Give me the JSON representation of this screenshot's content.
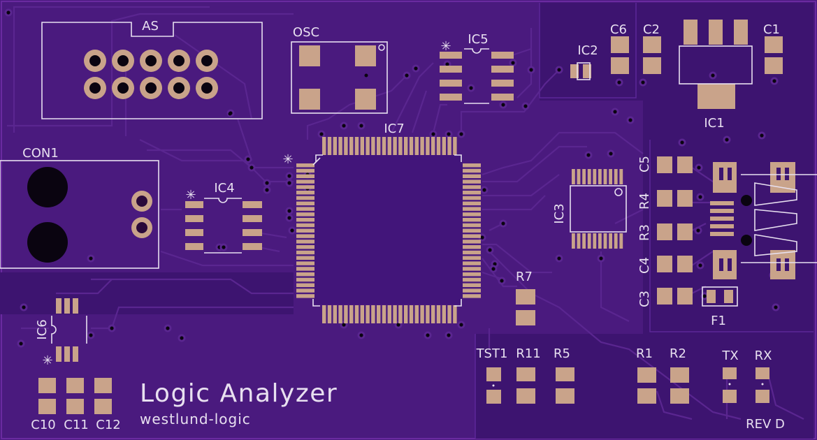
{
  "board": {
    "title": "Logic Analyzer",
    "subtitle": "westlund-logic",
    "revision": "REV D",
    "colors": {
      "board": "#4a1a7e",
      "board_dark": "#3d1470",
      "trace": "#5a2690",
      "copper": "#c9a38a",
      "silk": "#e8e0f0",
      "hole": "#0a0410"
    }
  },
  "labels": {
    "as": "AS",
    "osc": "OSC",
    "ic5": "IC5",
    "ic2": "IC2",
    "c6": "C6",
    "c2": "C2",
    "c1": "C1",
    "ic1": "IC1",
    "ic7": "IC7",
    "con1": "CON1",
    "ic4": "IC4",
    "ic3": "IC3",
    "c5": "C5",
    "r4": "R4",
    "r3": "R3",
    "c4": "C4",
    "c3": "C3",
    "f1": "F1",
    "r7": "R7",
    "ic6": "IC6",
    "tst1": "TST1",
    "r11": "R11",
    "r5": "R5",
    "r1": "R1",
    "r2": "R2",
    "tx": "TX",
    "rx": "RX",
    "c10": "C10",
    "c11": "C11",
    "c12": "C12",
    "pin1_marks": [
      "✳",
      "✳",
      "✳",
      "✳"
    ]
  }
}
